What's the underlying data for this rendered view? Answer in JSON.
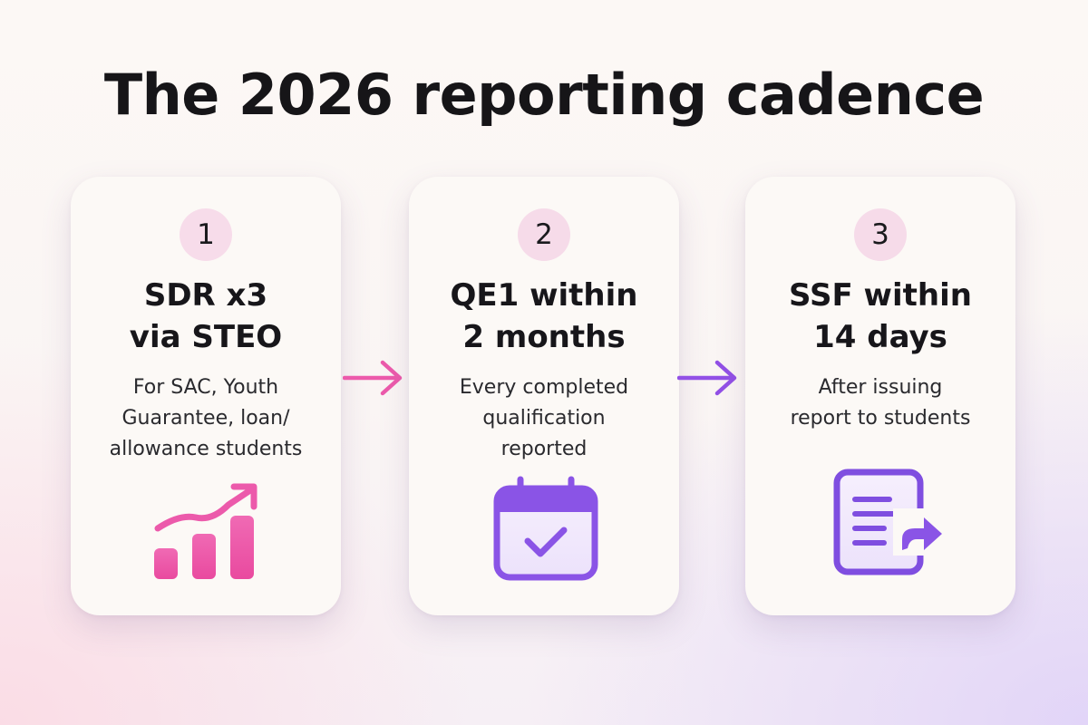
{
  "title": "The 2026 reporting cadence",
  "steps": [
    {
      "number": "1",
      "heading": [
        "SDR x3",
        "via STEO"
      ],
      "description": [
        "For SAC, Youth",
        "Guarantee, loan/",
        "allowance students"
      ],
      "icon": "bar-chart-trend-icon"
    },
    {
      "number": "2",
      "heading": [
        "QE1 within",
        "2 months"
      ],
      "description": [
        "Every completed",
        "qualification",
        "reported"
      ],
      "icon": "calendar-check-icon"
    },
    {
      "number": "3",
      "heading": [
        "SSF within",
        "14 days"
      ],
      "description": [
        "After issuing",
        "report to students"
      ],
      "icon": "document-share-icon"
    }
  ],
  "connectors": [
    "arrow-right-icon",
    "arrow-right-icon"
  ],
  "colors": {
    "pink_accent": "#ea4fa6",
    "purple_accent": "#8a54e6",
    "badge_bg": "#f7dcea",
    "card_bg": "#fcf9f6"
  }
}
